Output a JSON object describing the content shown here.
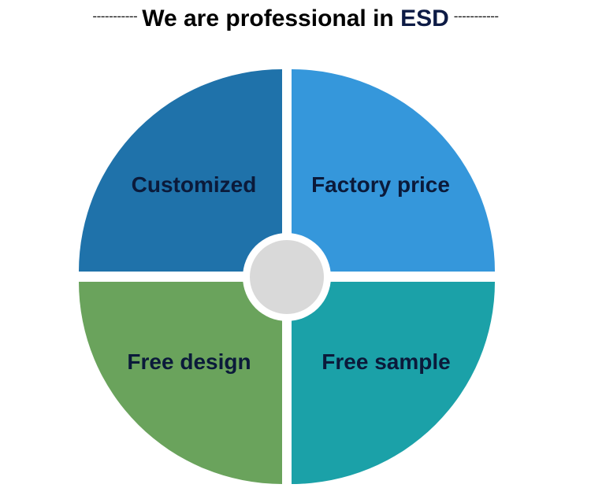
{
  "title": {
    "left_dashes": "-----------",
    "text": "We are professional in ",
    "accent": "ESD",
    "right_dashes": "-----------"
  },
  "quadrants": [
    {
      "position": "top-left",
      "label": "Customized",
      "color": "#1f72aa"
    },
    {
      "position": "top-right",
      "label": "Factory price",
      "color": "#3597db"
    },
    {
      "position": "bottom-left",
      "label": "Free design",
      "color": "#6aa35c"
    },
    {
      "position": "bottom-right",
      "label": "Free sample",
      "color": "#1ba1a8"
    }
  ],
  "center": {
    "color": "#d9d9d9"
  },
  "colors": {
    "label_text": "#0b1a3a",
    "accent": "#0d1b45"
  }
}
